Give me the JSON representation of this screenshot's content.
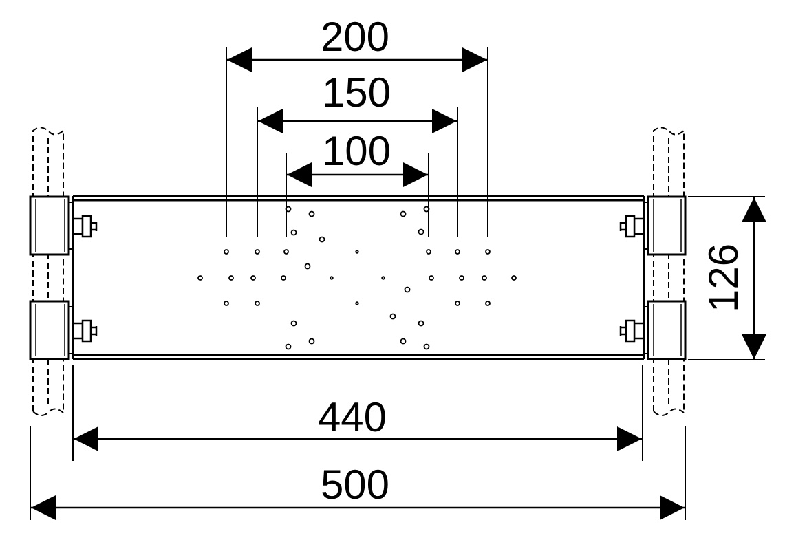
{
  "drawing": {
    "stroke_color": "#000000",
    "background": "#ffffff",
    "dimensions": {
      "d200": "200",
      "d150": "150",
      "d100": "100",
      "d440": "440",
      "d500": "500",
      "d126": "126"
    }
  }
}
